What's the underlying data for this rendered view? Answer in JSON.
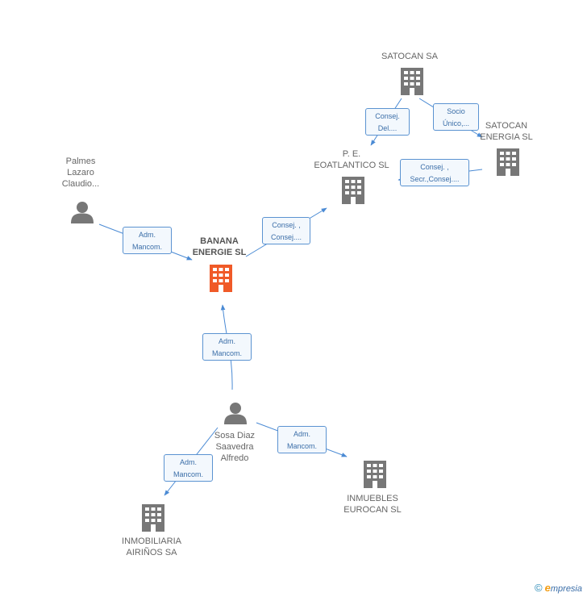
{
  "nodes": {
    "satocan_sa": {
      "label": "SATOCAN SA",
      "type": "company"
    },
    "satocan_energia": {
      "label": "SATOCAN\nENERGIA  SL",
      "type": "company"
    },
    "eoatlantico": {
      "label": "P.  E.\nEOATLANTICO SL",
      "type": "company"
    },
    "palmes": {
      "label": "Palmes\nLazaro\nClaudio...",
      "type": "person"
    },
    "banana": {
      "label": "BANANA\nENERGIE SL",
      "type": "company-main"
    },
    "sosa": {
      "label": "Sosa Diaz\nSaavedra\nAlfredo",
      "type": "person"
    },
    "inmuebles": {
      "label": "INMUEBLES\nEUROCAN SL",
      "type": "company"
    },
    "inmobiliaria": {
      "label": "INMOBILIARIA\nAIRIÑOS SA",
      "type": "company"
    }
  },
  "edges": {
    "satocan_to_eoat": {
      "label": "Consej.\nDel...."
    },
    "satocan_to_energia": {
      "label": "Socio\nÚnico,..."
    },
    "energia_to_eoat": {
      "label": "Consej. ,\nSecr.,Consej...."
    },
    "palmes_to_banana": {
      "label": "Adm.\nMancom."
    },
    "banana_to_eoat": {
      "label": "Consej. ,\nConsej...."
    },
    "sosa_to_banana": {
      "label": "Adm.\nMancom."
    },
    "sosa_to_inmuebles": {
      "label": "Adm.\nMancom."
    },
    "sosa_to_inmobiliaria": {
      "label": "Adm.\nMancom."
    }
  },
  "colors": {
    "edge": "#4a8ad4",
    "icon": "#777777",
    "icon_main": "#f05a28"
  },
  "footer": {
    "copyright": "©",
    "brand_e": "e",
    "brand_rest": "mpresia"
  }
}
